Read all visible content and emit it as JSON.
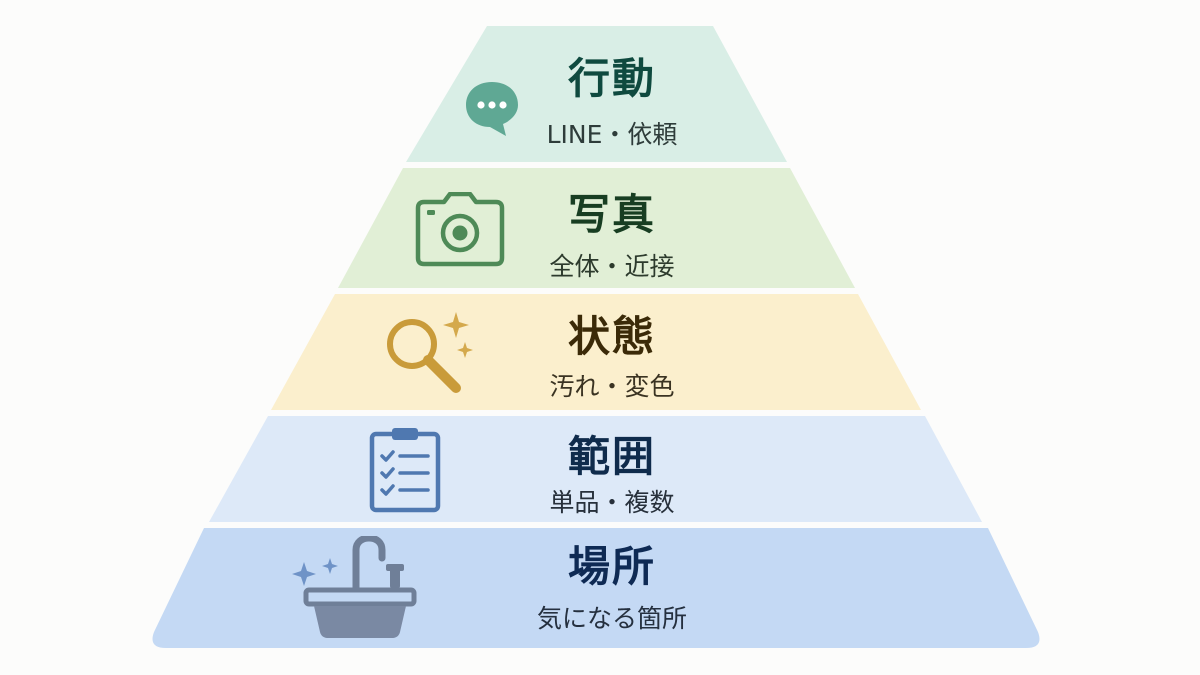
{
  "tiers": [
    {
      "title": "行動",
      "subtitle": "LINE・依頼",
      "icon": "chat-bubble-icon",
      "fill": "#d9eee6",
      "title_color": "#0f4a3f",
      "sub_color": "#2e3c3a"
    },
    {
      "title": "写真",
      "subtitle": "全体・近接",
      "icon": "camera-icon",
      "fill": "#e1efd6",
      "title_color": "#183e22",
      "sub_color": "#2c3a2c"
    },
    {
      "title": "状態",
      "subtitle": "汚れ・変色",
      "icon": "magnifier-icon",
      "fill": "#fbefcd",
      "title_color": "#3b2a08",
      "sub_color": "#3a3322"
    },
    {
      "title": "範囲",
      "subtitle": "単品・複数",
      "icon": "clipboard-checklist-icon",
      "fill": "#dde9f8",
      "title_color": "#0f2b4c",
      "sub_color": "#27303b"
    },
    {
      "title": "場所",
      "subtitle": "気になる箇所",
      "icon": "sink-icon",
      "fill": "#c4d9f4",
      "title_color": "#0e2a54",
      "sub_color": "#25303f"
    }
  ]
}
